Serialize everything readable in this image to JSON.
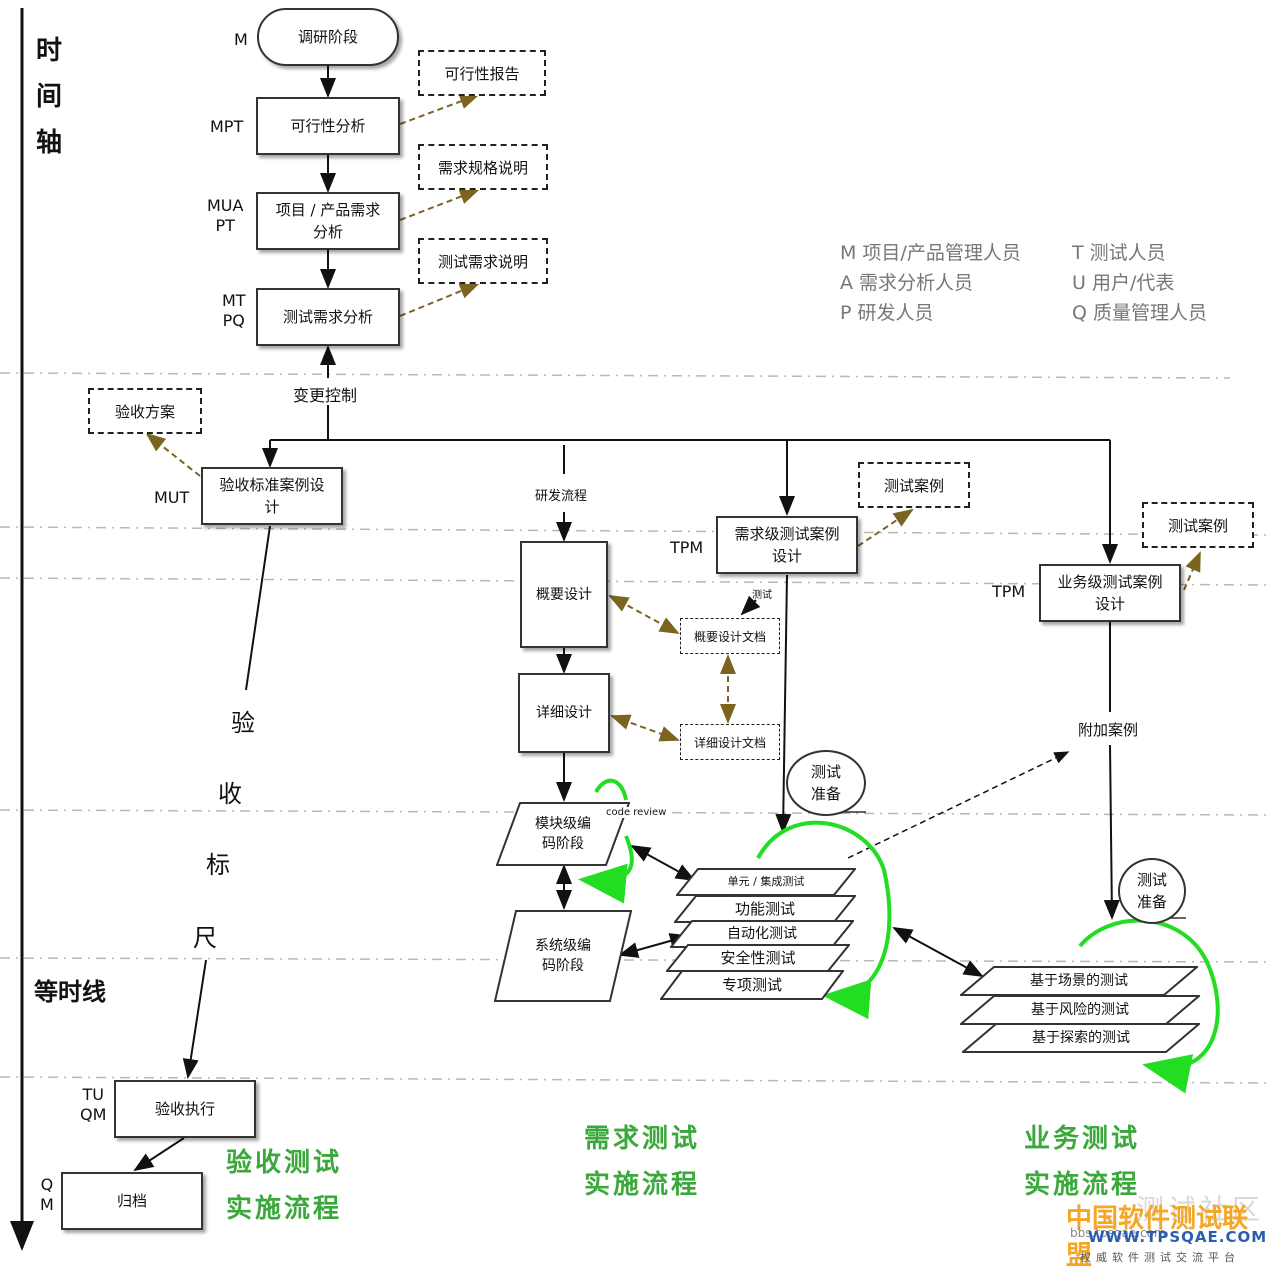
{
  "axis": {
    "title_chars": [
      "时",
      "间",
      "轴"
    ],
    "equal_time_line": "等时线"
  },
  "legend": {
    "left": [
      "M 项目/产品管理人员",
      "A  需求分析人员",
      "P  研发人员"
    ],
    "right": [
      "T  测试人员",
      "U  用户/代表",
      "Q  质量管理人员"
    ]
  },
  "top_flow": {
    "research": "调研阶段",
    "feasibility": "可行性分析",
    "feasibility_report": "可行性报告",
    "req_analysis": "项目 / 产品需求分析",
    "req_spec": "需求规格说明",
    "test_req_analysis": "测试需求分析",
    "test_req_spec": "测试需求说明",
    "change_control": "变更控制"
  },
  "roles": {
    "m": "M",
    "mpt": "MPT",
    "muapt_1": "MUA",
    "muapt_2": "PT",
    "mtpq_1": "MT",
    "mtpq_2": "PQ",
    "mut": "MUT",
    "tpm_1": "TPM",
    "tpm_2": "TPM",
    "tuqm_1": "TU",
    "tuqm_2": "QM",
    "qm_1": "Q",
    "qm_2": "M"
  },
  "acceptance": {
    "plan": "验收方案",
    "case_design": "验收标准案例设计",
    "ruler": [
      "验",
      "收",
      "标",
      "尺"
    ],
    "execute": "验收执行",
    "archive": "归档",
    "title_1": "验收测试",
    "title_2": "实施流程"
  },
  "dev": {
    "process": "研发流程",
    "outline": "概要设计",
    "outline_doc": "概要设计文档",
    "detail": "详细设计",
    "detail_doc": "详细设计文档",
    "test_tag": "测试",
    "module_code": "模块级编码阶段",
    "code_review": "code review",
    "system_code": "系统级编码阶段"
  },
  "req_test": {
    "case_design": "需求级测试案例设计",
    "cases": "测试案例",
    "prep": "测试准备",
    "layers": [
      "单元 / 集成测试",
      "功能测试",
      "自动化测试",
      "安全性测试",
      "专项测试"
    ],
    "title_1": "需求测试",
    "title_2": "实施流程"
  },
  "biz_test": {
    "case_design": "业务级测试案例设计",
    "cases": "测试案例",
    "extra": "附加案例",
    "prep": "测试准备",
    "layers": [
      "基于场景的测试",
      "基于风险的测试",
      "基于探索的测试"
    ],
    "title_1": "业务测试",
    "title_2": "实施流程"
  },
  "watermark": {
    "community": "测试社区",
    "brand": "中国软件测试联盟",
    "url": "WWW.TPSQAE.COM",
    "sub": "bbs.tpsqae.com",
    "tagline": "权威软件测试交流平台"
  },
  "colors": {
    "accent_green": "#3aa83a",
    "arrow_doc": "#7a6420",
    "cycle_green": "#22dd22"
  }
}
